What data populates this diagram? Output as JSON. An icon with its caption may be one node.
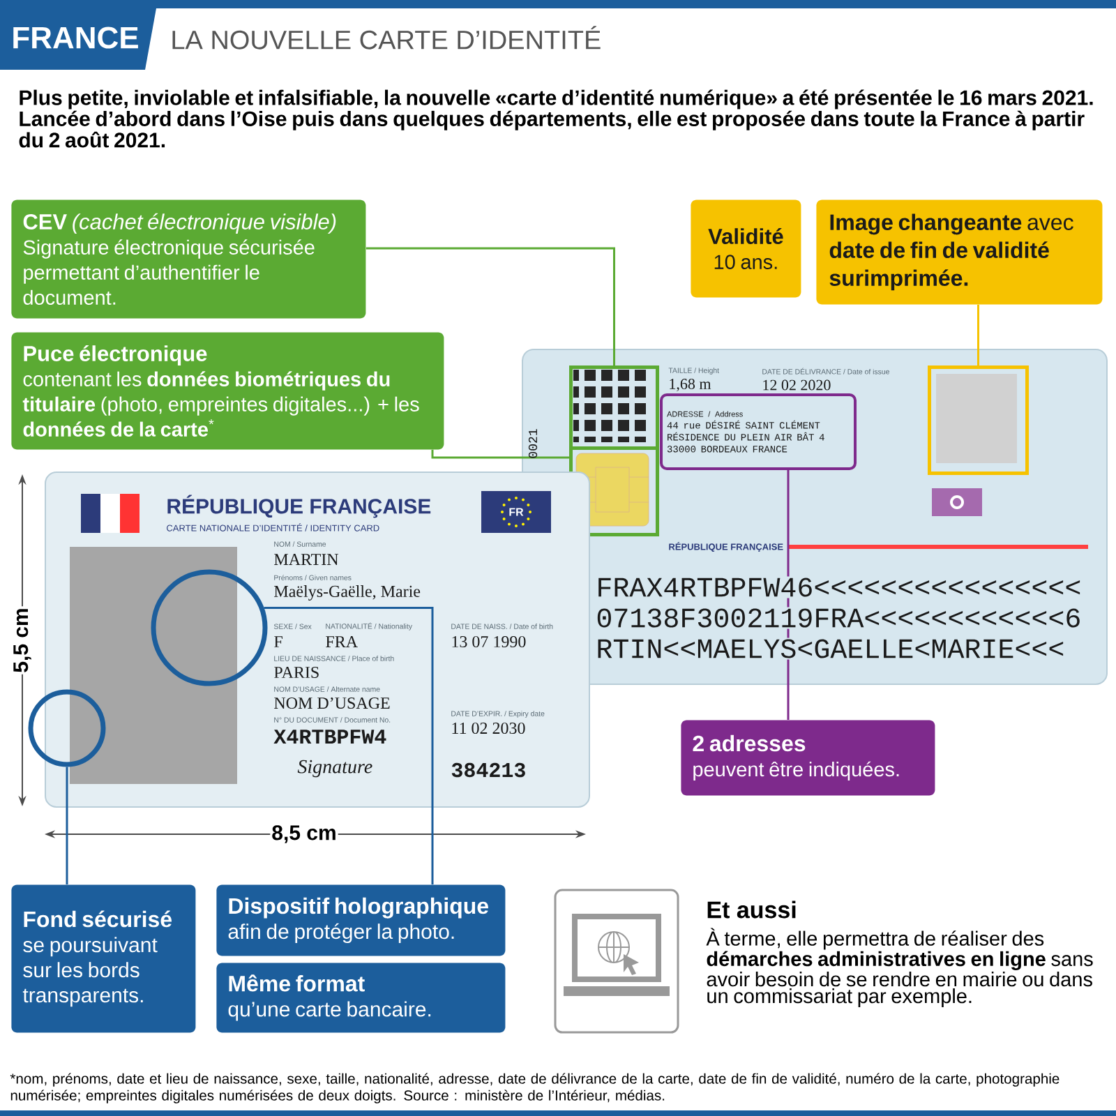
{
  "diagram": {
    "title": "LA NOUVELLE CARTE D’IDENTITÉ",
    "nodes": [
      {
        "text": [
          "**CEV** *(cachet électronique visible)*",
          "Signature électronique sécurisée permettant d’authentifier le document."
        ]
      },
      {
        "text": [
          "Puce électronique",
          "contenant les **données biométriques du titulaire** (photo, empreintes digitales...) + les **données de la carte**$^{*}$"
        ]
      },
      {
        "text": [
          "Validité",
          "10 ans."
        ]
      },
      {
        "text": [
          "**Image changeante** avec **date de fin de validité surimprimée.**"
        ]
      },
      {
        "text": [],
        "shape": "picture"
      },
      {
        "text": [],
        "shape": "box",
        "in": 4
      },
      {
        "text": [],
        "shape": "box",
        "in": 4
      },
      {
        "text": [
          "ADRESSE / Address",
          "44 rue DÉSIRÉ SAINT CLÉMENT RÉSIDENCE DU PLEIN AIR BÂT 4 33000 BORDEAUX FRANCE"
        ],
        "in": 4
      },
      {
        "text": [],
        "shape": "box",
        "in": 4
      },
      {
        "text": [],
        "shape": "picture"
      },
      {
        "text": [],
        "shape": "circle"
      },
      {
        "text": [],
        "shape": "circle",
        "in": 9
      },
      {
        "text": [
          "2 adresses",
          "peuvent être indiquées."
        ]
      },
      {
        "text": [
          "Fond sécurisé",
          "se poursuivant sur les bords transparents."
        ]
      },
      {
        "text": [
          "Dispositif holographique",
          "afin de protéger la photo."
        ]
      },
      {
        "text": [
          "Même format",
          "qu’une carte bancaire."
        ]
      }
    ],
    "edges": [
      {
        "from": 0,
        "to": 5,
        "arrow": "none",
        "color": "#5baa33"
      },
      {
        "from": 1,
        "to": 6,
        "arrow": "none",
        "color": "#5baa33"
      },
      {
        "from": 3,
        "to": 8,
        "arrow": "none",
        "color": "#f6c200"
      },
      {
        "from": 12,
        "to": 7,
        "arrow": "none",
        "color": "#7e2a8c"
      },
      {
        "from": 13,
        "to": 10,
        "arrow": "none",
        "color": "#1c5e9c"
      },
      {
        "from": 14,
        "to": 11,
        "arrow": "none",
        "color": "#1c5e9c"
      }
    ],
    "labels": [
      "FRANCE",
      "Plus petite, inviolable et infalsifiable, la nouvelle «carte d’identité numérique» a été présentée le 16 mars 2021. Lancée d’abord dans l’Oise puis dans quelques départements, elle est proposée dans toute la France à partir du 2 août 2021.",
      "TAILLE / Height",
      "1,68 m",
      "DATE DE DÉLIVRANCE / Date of issue",
      "12 02 2020",
      "0021",
      "RÉPUBLIQUE FRANÇAISE",
      "FRAX4RTBPFW46<<<<<<<<<<<<<<<<",
      "07138F3002119FRA<<<<<<<<<<<<6",
      "RTIN<<MAELYS<GAELLE<MARIE<<<",
      "RÉPUBLIQUE FRANÇAISE",
      "CARTE NATIONALE D’IDENTITÉ / IDENTITY CARD",
      "FR",
      "NOM / Surname",
      "MARTIN",
      "Prénoms / Given names",
      "Maëlys-Gaëlle, Marie",
      "SEXE / Sex",
      "NATIONALITÉ / Nationality",
      "DATE DE NAISS. / Date of birth",
      "F",
      "FRA",
      "13 07 1990",
      "LIEU DE NAISSANCE / Place of birth",
      "PARIS",
      "NOM D’USAGE / Alternate name",
      "NOM D’USAGE",
      "N° DU DOCUMENT / Document No.",
      "X4RTBPFW4",
      "DATE D’EXPIR. / Expiry date",
      "11 02 2030",
      "Signature",
      "384213",
      "5,5 cm",
      "8,5 cm",
      "Et aussi",
      "À terme, elle permettra de réaliser des **démarches administratives en ligne** sans avoir besoin de se rendre en mairie ou dans un commissariat par exemple.",
      "*nom, prénoms, date et lieu de naissance, sexe, taille, nationalité, adresse, date de délivrance de la carte, date de fin de validité, numéro de la carte, photographie numérisée; empreintes digitales numérisées de deux doigts. Source : ministère de l’Intérieur, médias."
    ]
  }
}
